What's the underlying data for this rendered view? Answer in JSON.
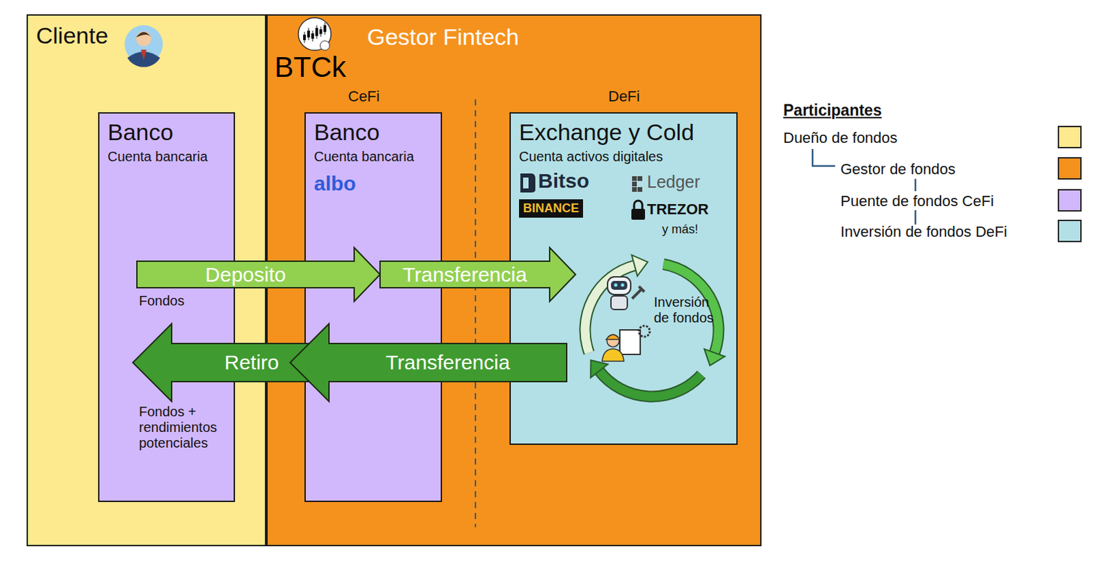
{
  "diagram": {
    "nodes": [
      {
        "text": [
          "Cliente"
        ]
      },
      {
        "text": [
          "BTCk",
          "Gestor Fintech"
        ]
      },
      {
        "text": [
          "Banco",
          "Cuenta bancaria"
        ],
        "in": 0
      },
      {
        "text": [
          "Banco",
          "Cuenta bancaria",
          "albo"
        ],
        "in": 1
      },
      {
        "text": [
          "Exchange y Cold",
          "Cuenta activos digitales",
          "Bitso",
          "Ledger",
          "BINANCE",
          "TREZOR",
          "y más!",
          "Inversión de fondos"
        ],
        "in": 1
      }
    ],
    "edges": [
      {
        "from": 2,
        "to": 3,
        "label": "Deposito",
        "arrow": "to"
      },
      {
        "from": 3,
        "to": 4,
        "label": "Transferencia",
        "arrow": "to"
      },
      {
        "from": 3,
        "to": 2,
        "label": "Retiro",
        "arrow": "to"
      },
      {
        "from": 4,
        "to": 3,
        "label": "Transferencia",
        "arrow": "to"
      }
    ],
    "labels": [
      "CeFi",
      "DeFi",
      "Fondos",
      "Fondos + rendimientos potenciales",
      "Participantes"
    ],
    "legend": [
      {
        "text": "Dueño de fondos",
        "color": "#FDE98E"
      },
      {
        "text": "Gestor de fondos",
        "color": "#F5921E"
      },
      {
        "text": "Puente de fondos CeFi",
        "color": "#D1B8FC"
      },
      {
        "text": "Inversión de fondos DeFi",
        "color": "#B3E0E6"
      }
    ]
  }
}
